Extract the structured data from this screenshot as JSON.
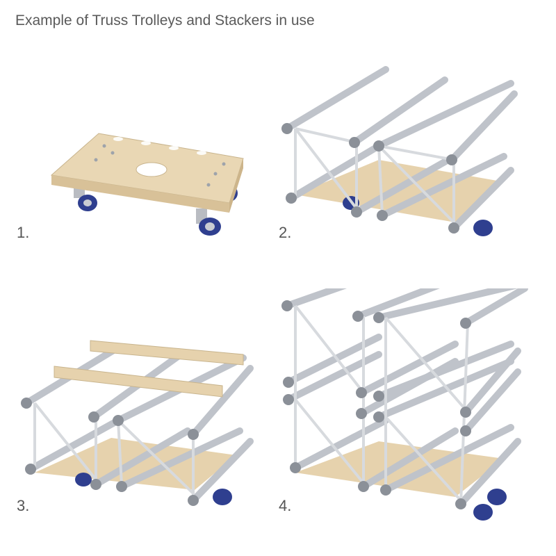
{
  "header": {
    "title": "Example of Truss Trolleys and Stackers in use"
  },
  "panels": [
    {
      "number": "1."
    },
    {
      "number": "2."
    },
    {
      "number": "3."
    },
    {
      "number": "4."
    }
  ],
  "colors": {
    "wood": "#e6d2ad",
    "wheel": "#2f3f8f",
    "metal": "#c9ccd2"
  }
}
